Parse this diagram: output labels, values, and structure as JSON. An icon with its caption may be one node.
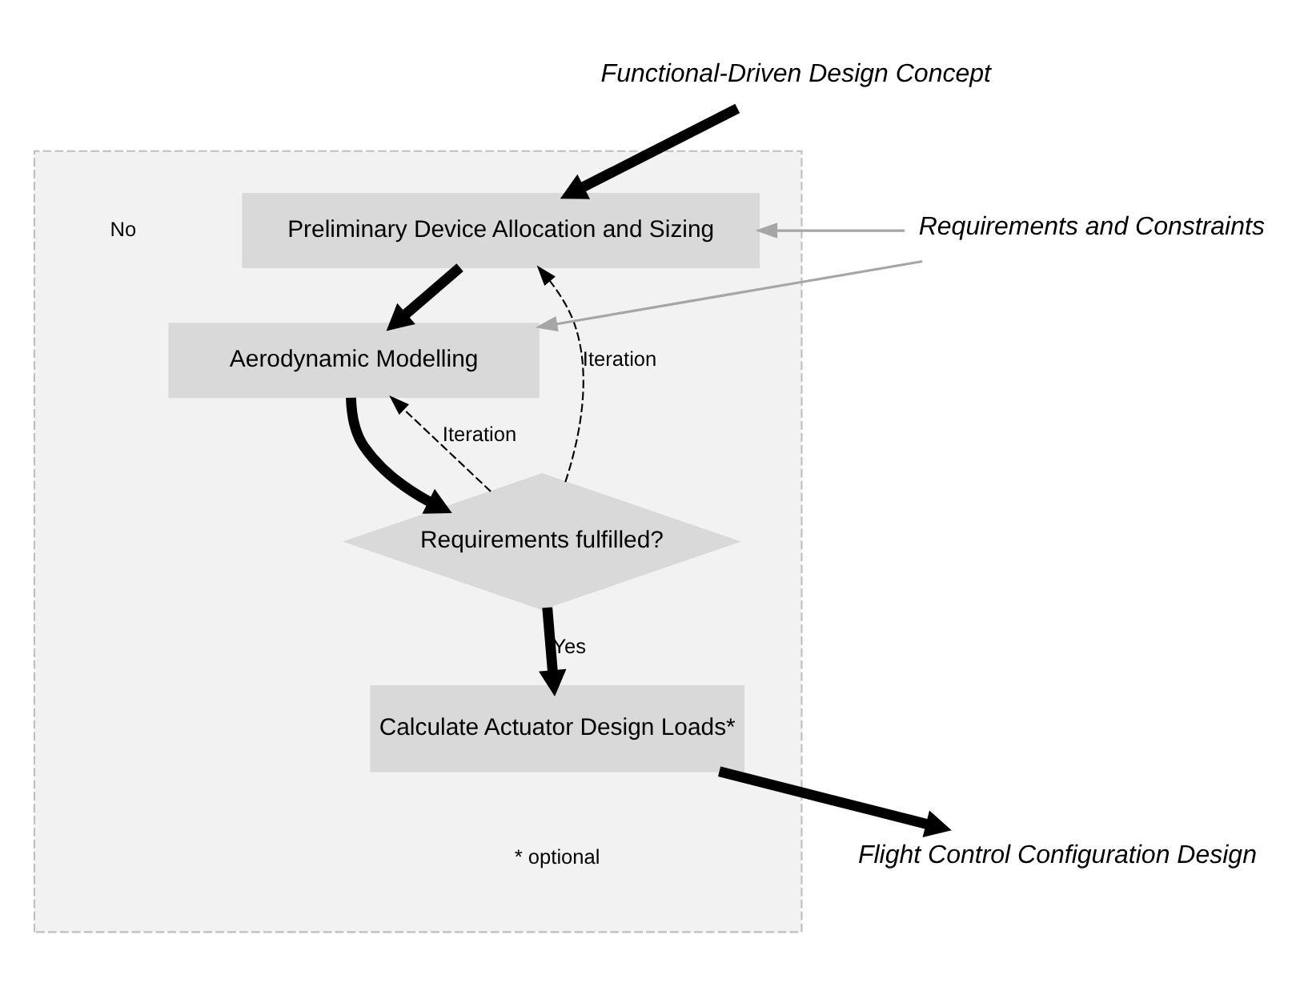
{
  "diagram": {
    "nodes": [
      {
        "text": [
          "Functional-Driven Design Concept"
        ]
      },
      {
        "text": [],
        "shape": "trapezoid"
      },
      {
        "text": [
          "Preliminary Device Allocation and Sizing"
        ],
        "in": 1
      },
      {
        "text": [
          "Aerodynamic Modelling"
        ],
        "in": 1
      },
      {
        "text": [
          "Requirements fulfilled?"
        ],
        "in": 1
      },
      {
        "text": [
          "Calculate Actuator Design Loads*"
        ],
        "in": 1
      },
      {
        "text": [
          "Flight Control Configuration Design"
        ]
      },
      {
        "text": [
          "Requirements and Constraints"
        ]
      }
    ],
    "edges": [
      {
        "from": 0,
        "to": 2,
        "arrow": "to"
      },
      {
        "from": 2,
        "to": 3,
        "arrow": "to"
      },
      {
        "from": 3,
        "to": 4,
        "arrow": "to"
      },
      {
        "from": 4,
        "to": 5,
        "arrow": "to",
        "label": "Yes"
      },
      {
        "from": 5,
        "to": 6,
        "arrow": "to"
      },
      {
        "from": 7,
        "to": 2,
        "arrow": "to",
        "color": "#a6a6a6"
      },
      {
        "from": 7,
        "to": 3,
        "arrow": "to",
        "color": "#a6a6a6"
      },
      {
        "from": 4,
        "to": 3,
        "arrow": "to",
        "style": "dashed",
        "label": "Iteration"
      },
      {
        "from": 4,
        "to": 2,
        "arrow": "to",
        "style": "dashed",
        "label": "Iteration"
      }
    ],
    "labels": [
      "No",
      "* optional"
    ]
  }
}
